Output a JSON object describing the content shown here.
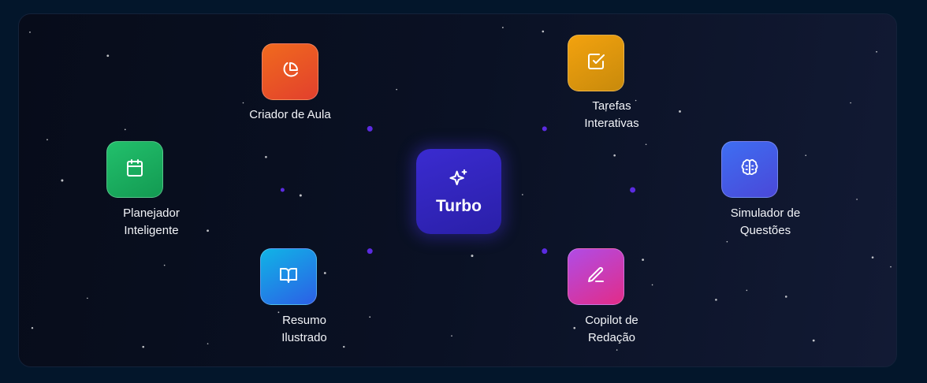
{
  "center": {
    "title": "Turbo",
    "icon": "sparkles-icon",
    "color": "#3a2bd0"
  },
  "tools": [
    {
      "id": "criador",
      "label": "Criador de Aula",
      "icon": "pie-chart-icon",
      "colors": [
        "#f06a1e",
        "#e2402d"
      ]
    },
    {
      "id": "tarefas",
      "label": "Tarefas\nInterativas",
      "icon": "check-square-icon",
      "colors": [
        "#f3a20e",
        "#c88a0c"
      ]
    },
    {
      "id": "planejador",
      "label": "Planejador\nInteligente",
      "icon": "calendar-icon",
      "colors": [
        "#22c06c",
        "#139a52"
      ]
    },
    {
      "id": "simulador",
      "label": "Simulador de\nQuestões",
      "icon": "brain-icon",
      "colors": [
        "#3e6ef2",
        "#4a48d8"
      ]
    },
    {
      "id": "resumo",
      "label": "Resumo\nIlustrado",
      "icon": "book-open-icon",
      "colors": [
        "#10b4e6",
        "#2c5fe6"
      ]
    },
    {
      "id": "copilot",
      "label": "Copilot de\nRedação",
      "icon": "pen-line-icon",
      "colors": [
        "#b04ce6",
        "#e22c88"
      ]
    }
  ]
}
